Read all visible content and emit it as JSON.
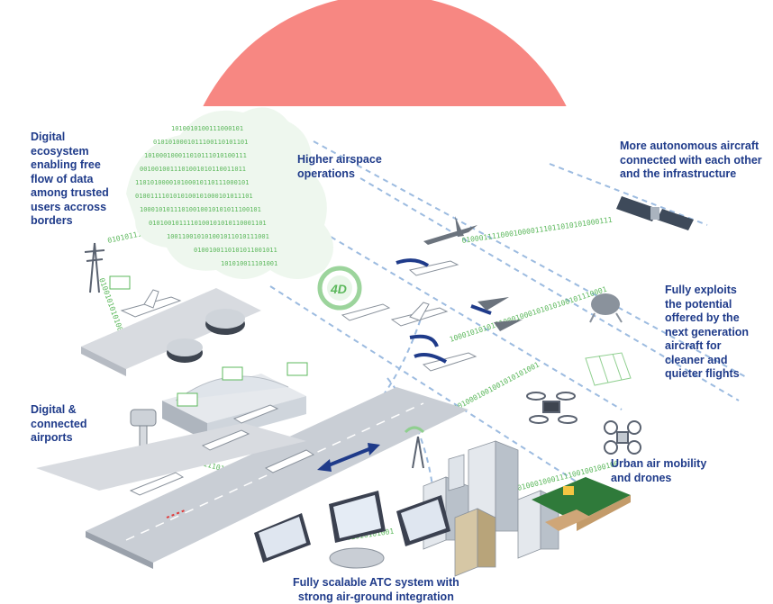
{
  "colors": {
    "circle": "#f78782",
    "label_text": "#1f3b8a",
    "binary_green": "#5cb85c",
    "dashed_line": "#9cbbe0"
  },
  "labels": {
    "digital_ecosystem": [
      "Digital",
      "ecosystem",
      "enabling free",
      "flow of data",
      "among trusted",
      "users accross",
      "borders"
    ],
    "higher_airspace": [
      "Higher airspace",
      "operations"
    ],
    "autonomous_aircraft": [
      "More autonomous aircraft",
      "connected with each other",
      "and the infrastructure"
    ],
    "next_generation": [
      "Fully exploits",
      "the potential",
      "offered by the",
      "next generation",
      "aircraft for",
      "cleaner and",
      "quieter flights"
    ],
    "digital_airports": [
      "Digital &",
      "connected",
      "airports"
    ],
    "urban_air_mobility": [
      "Urban air mobility",
      "and drones"
    ],
    "atc_system": [
      "Fully scalable ATC system with",
      "strong air-ground integration"
    ]
  },
  "icons": {
    "trajectory_badge": "4D"
  }
}
